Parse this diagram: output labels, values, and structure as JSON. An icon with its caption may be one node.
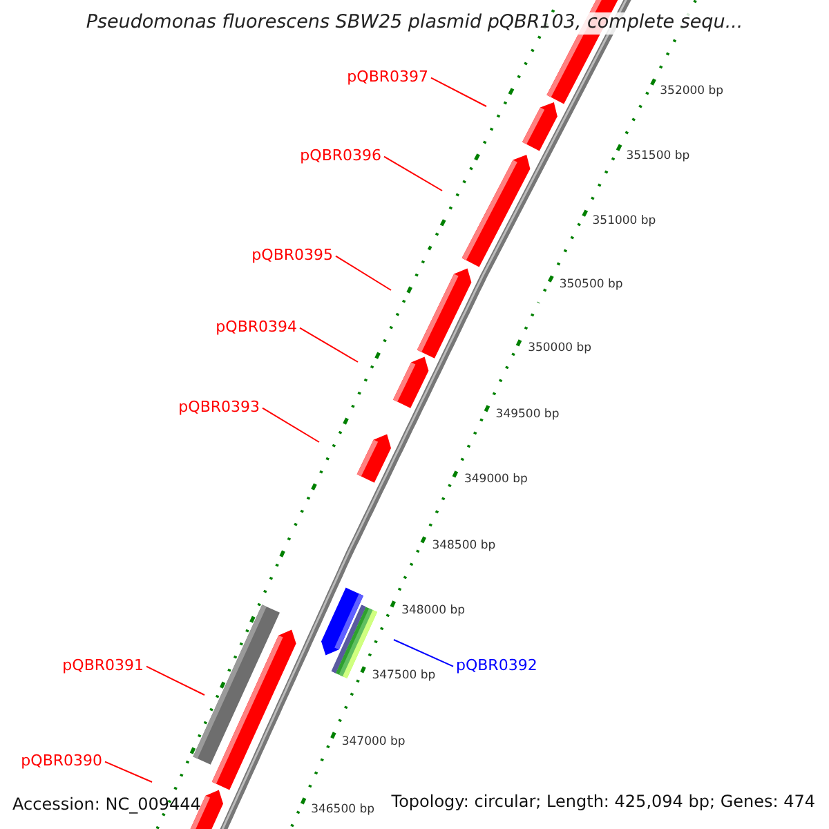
{
  "diagram": {
    "title": "Pseudomonas fluorescens SBW25 plasmid pQBR103, complete sequ...",
    "nodes": [
      {
        "text": [
          "pQBR0397"
        ]
      },
      {
        "text": [
          "pQBR0396"
        ]
      },
      {
        "text": [
          "pQBR0395"
        ]
      },
      {
        "text": [
          "pQBR0394"
        ]
      },
      {
        "text": [
          "pQBR0393"
        ]
      },
      {
        "text": [
          "pQBR0391"
        ]
      },
      {
        "text": [
          "pQBR0392"
        ]
      },
      {
        "text": [
          "pQBR0390"
        ]
      }
    ],
    "edges": [
      {
        "from": 0,
        "to": null,
        "arrow": "none"
      },
      {
        "from": 1,
        "to": null,
        "arrow": "none"
      },
      {
        "from": 2,
        "to": null,
        "arrow": "none"
      },
      {
        "from": 3,
        "to": null,
        "arrow": "none"
      },
      {
        "from": 4,
        "to": null,
        "arrow": "none"
      },
      {
        "from": 5,
        "to": null,
        "arrow": "none"
      },
      {
        "from": 6,
        "to": null,
        "arrow": "none",
        "color": "#0000ff"
      },
      {
        "from": 7,
        "to": null,
        "arrow": "none"
      }
    ],
    "labels": [
      "352000 bp",
      "351500 bp",
      "351000 bp",
      "350500 bp",
      "350000 bp",
      "349500 bp",
      "349000 bp",
      "348500 bp",
      "348000 bp",
      "347500 bp",
      "347000 bp",
      "346500 bp",
      "Accession: NC_009444",
      "Topology: circular; Length: 425,094 bp; Genes: 474"
    ]
  }
}
